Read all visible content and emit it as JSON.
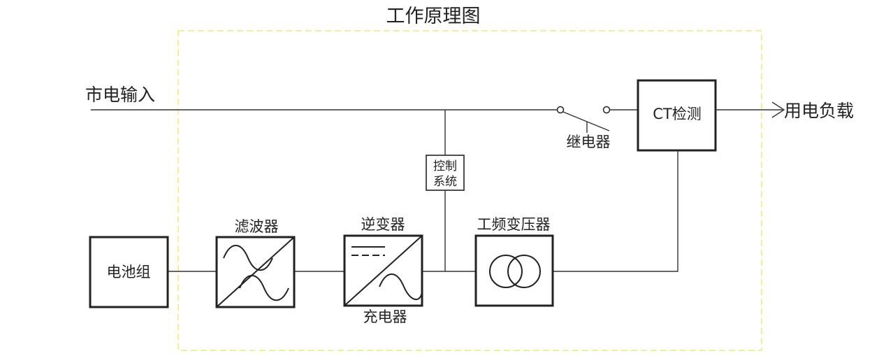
{
  "title": "工作原理图",
  "input_label": "市电输入",
  "output_label": "用电负载",
  "relay_label": "继电器",
  "ct_label": "CT检测",
  "control_label_line1": "控制",
  "control_label_line2": "系统",
  "battery_label": "电池组",
  "filter_label": "滤波器",
  "inverter_label": "逆变器",
  "charger_label": "充电器",
  "transformer_label": "工频变压器",
  "colors": {
    "boundary": "#ecec7a",
    "line": "#333333"
  }
}
